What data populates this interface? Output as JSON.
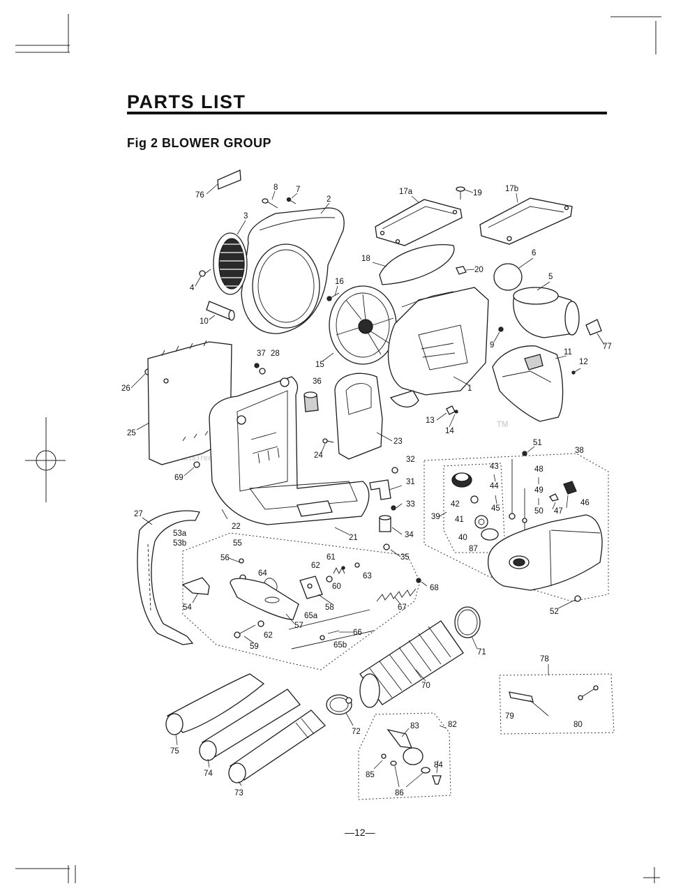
{
  "document": {
    "title": "PARTS LIST",
    "subtitle": "Fig 2 BLOWER GROUP",
    "page_number": "—12—",
    "watermark": "PartsTree",
    "watermark_tm": "TM"
  },
  "callouts": [
    "76",
    "8",
    "7",
    "2",
    "3",
    "4",
    "10",
    "17a",
    "19",
    "17b",
    "18",
    "20",
    "6",
    "5",
    "16",
    "15",
    "9",
    "77",
    "11",
    "12",
    "1",
    "37",
    "28",
    "26",
    "36",
    "25",
    "13",
    "14",
    "23",
    "24",
    "69",
    "51",
    "38",
    "32",
    "43",
    "48",
    "44",
    "49",
    "46",
    "31",
    "42",
    "45",
    "50",
    "47",
    "41",
    "39",
    "33",
    "40",
    "87",
    "34",
    "22",
    "27",
    "53a",
    "53b",
    "21",
    "55",
    "35",
    "56",
    "64",
    "61",
    "62",
    "60",
    "63",
    "68",
    "54",
    "58",
    "67",
    "57",
    "65a",
    "52",
    "66",
    "62",
    "59",
    "65b",
    "71",
    "78",
    "70",
    "75",
    "79",
    "80",
    "72",
    "83",
    "82",
    "74",
    "84",
    "85",
    "73",
    "86"
  ]
}
